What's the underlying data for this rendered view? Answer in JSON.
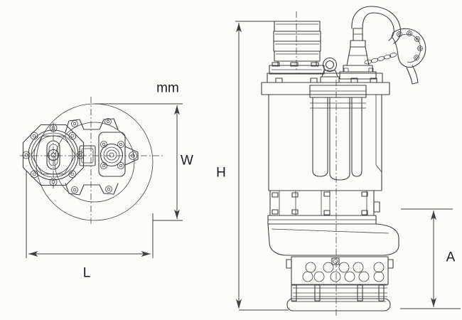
{
  "theme": {
    "paper": "#fcfcfa",
    "ink": "#3f3f3f",
    "label": "#1d1d1d"
  },
  "diagram": {
    "unit_label": "mm",
    "dimension_labels": {
      "w": "W",
      "h": "H",
      "l": "L",
      "a": "A"
    }
  }
}
